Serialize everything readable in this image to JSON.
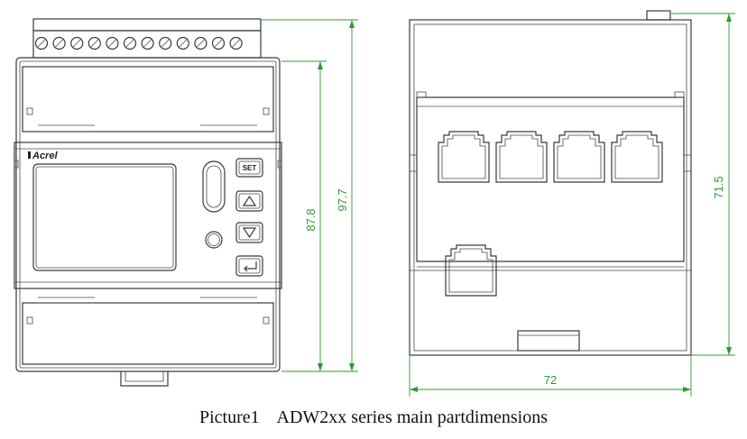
{
  "caption": "Picture1    ADW2xx series main partdimensions",
  "brand": "Acrel",
  "buttons": {
    "set": "SET"
  },
  "dimensions": {
    "front_height_inner": "87.8",
    "front_height_outer": "97.7",
    "side_height": "71.5",
    "side_width": "72"
  },
  "icons": [
    "up-arrow-icon",
    "down-arrow-icon",
    "enter-icon",
    "knob-icon",
    "terminal-screw-icon",
    "rj45-port-icon"
  ],
  "colors": {
    "dimension_lines": "#2e9b2e",
    "outline": "#3a3a3a"
  }
}
